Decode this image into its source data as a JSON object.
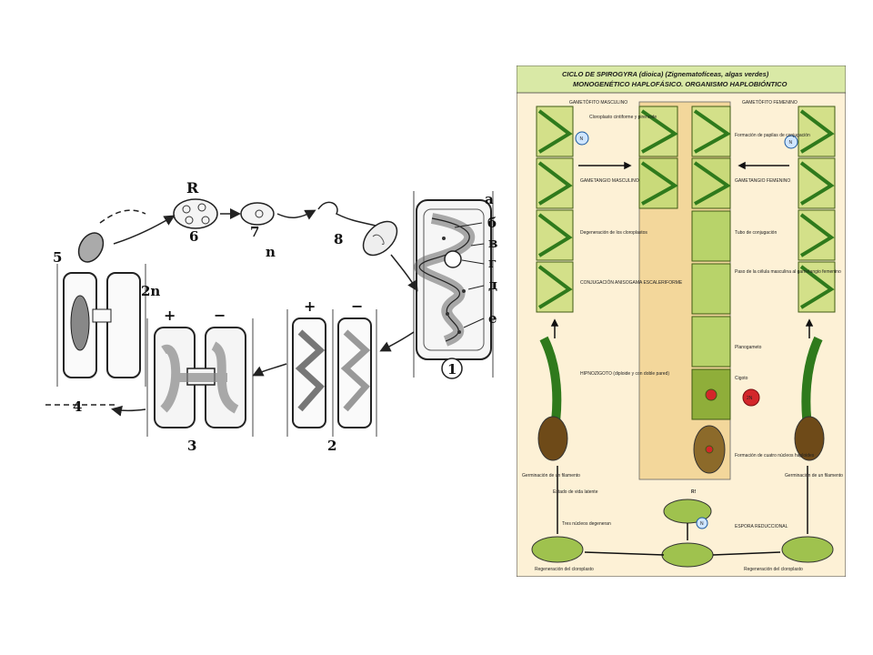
{
  "left_diagram": {
    "stage_labels": [
      "1",
      "2",
      "3",
      "4",
      "5",
      "6",
      "7",
      "8"
    ],
    "letter_labels": [
      "а",
      "б",
      "в",
      "г",
      "д",
      "е"
    ],
    "ploidy_labels": {
      "diploid": "2n",
      "haploid": "n"
    },
    "reduction_label": "R",
    "signs": {
      "plus": "+",
      "minus": "−"
    }
  },
  "right_diagram": {
    "title_line1": "CICLO DE SPIROGYRA (dioica) (Zignematofíceas, algas verdes)",
    "title_line2": "MONOGENÉTICO HAPLOFÁSICO. ORGANISMO HAPLOBIÓNTICO",
    "ploidy_badges": {
      "haploid": "N",
      "diploid": "2N"
    },
    "labels": {
      "male_gametophyte": "GAMETÓFITO MASCULINO",
      "female_gametophyte": "GAMETÓFITO FEMENINO",
      "chloroplast": "Cloroplasto cintiforme y pirenoide",
      "papillae": "Formación de papilas de conjugación",
      "male_gametangium": "GAMETANGIO MASCULINO",
      "female_gametangium": "GAMETANGIO FEMENINO",
      "degeneration": "Degeneración de los cloroplastos",
      "conjugation_tube": "Tubo de conjugación",
      "conjugation": "CONJUGACIÓN ANISOGAMA ESCALERIFORME",
      "passage": "Paso de la célula masculina al gametangio femenino",
      "planogamete": "Planogameto",
      "hypnozygote": "HIPNOZIGOTO (diploide y con doble pared)",
      "zygote": "Cigoto",
      "germination_male": "Germinación de un filamento",
      "germination_female": "Germinación de un filamento",
      "nuclei": "Formación de cuatro núcleos haploides",
      "rest_state": "Estado de vida latente",
      "meiosis": "R!",
      "degenerate_nuclei": "Tres núcleos degeneran",
      "spore": "ESPORA REDUCCIONAL",
      "regen_left": "Regeneración del cloroplasto",
      "regen_right": "Regeneración del cloroplasto"
    }
  }
}
